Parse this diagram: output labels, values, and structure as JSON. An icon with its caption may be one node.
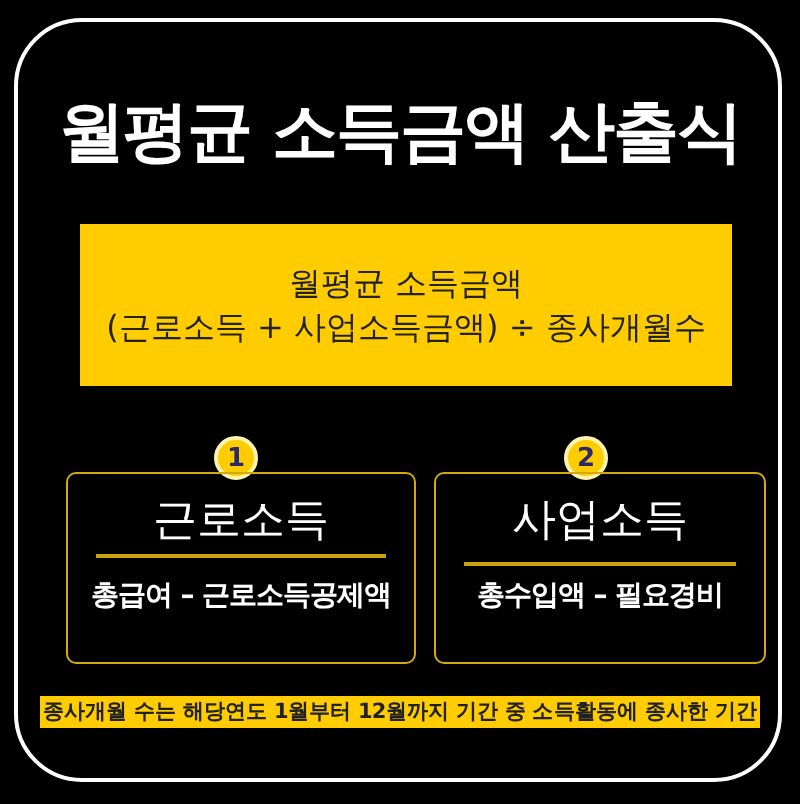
{
  "diagram": {
    "title": "월평균 소득금액 산출식",
    "nodes": [
      {
        "text": [
          "월평균 소득금액",
          "(근로소득 + 사업소득금액) ÷ 종사개월수"
        ]
      },
      {
        "text": [
          "1"
        ]
      },
      {
        "text": [
          "근로소득",
          "총급여 – 근로소득공제액"
        ]
      },
      {
        "text": [
          "2"
        ]
      },
      {
        "text": [
          "사업소득",
          "총수입액 – 필요경비"
        ]
      }
    ],
    "edges": [],
    "labels": [
      "종사개월 수는 해당연도 1월부터 12월까지 기간 중 소득활동에 종사한 기간"
    ]
  }
}
